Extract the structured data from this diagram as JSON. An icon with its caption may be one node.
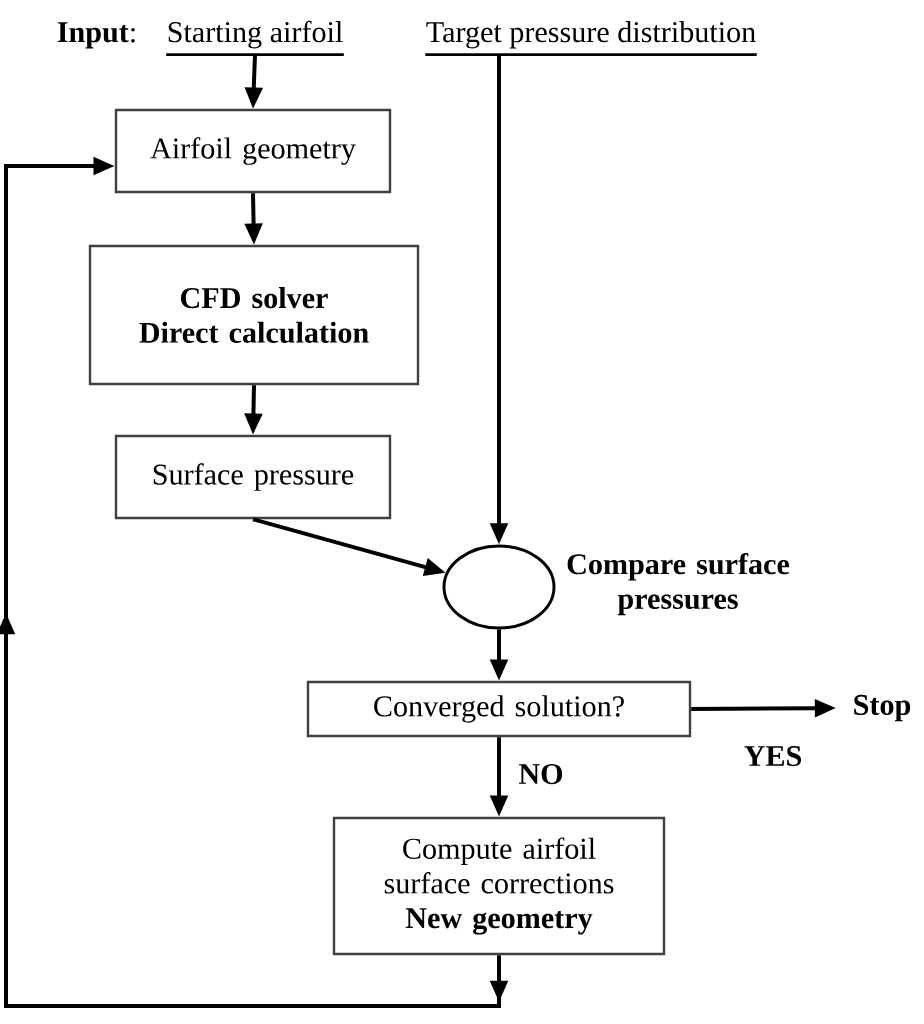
{
  "diagram": {
    "nodes": [
      {
        "text": [
          "Starting airfoil"
        ]
      },
      {
        "text": [
          "Target pressure distribution"
        ]
      },
      {
        "text": [
          "Airfoil geometry"
        ]
      },
      {
        "text": [
          "CFD solver",
          "Direct calculation"
        ]
      },
      {
        "text": [
          "Surface pressure"
        ]
      },
      {
        "text": [],
        "shape": "ellipse",
        "beside": [
          "Compare surface pressures"
        ]
      },
      {
        "text": [
          "Converged solution?"
        ]
      },
      {
        "text": [
          "Stop"
        ]
      },
      {
        "text": [
          "Compute airfoil surface corrections",
          "New geometry"
        ]
      }
    ],
    "edges": [
      {
        "from": 0,
        "to": 2,
        "arrow": "to"
      },
      {
        "from": 2,
        "to": 3,
        "arrow": "to"
      },
      {
        "from": 3,
        "to": 4,
        "arrow": "to"
      },
      {
        "from": 4,
        "to": 5,
        "arrow": "to"
      },
      {
        "from": 1,
        "to": 5,
        "arrow": "to"
      },
      {
        "from": 5,
        "to": 6,
        "arrow": "to"
      },
      {
        "from": 6,
        "to": 7,
        "arrow": "to",
        "label": "YES"
      },
      {
        "from": 6,
        "to": 8,
        "arrow": "to",
        "label": "NO"
      },
      {
        "from": 8,
        "to": 2,
        "arrow": "to"
      }
    ],
    "labels": [
      "**Input**:"
    ]
  }
}
